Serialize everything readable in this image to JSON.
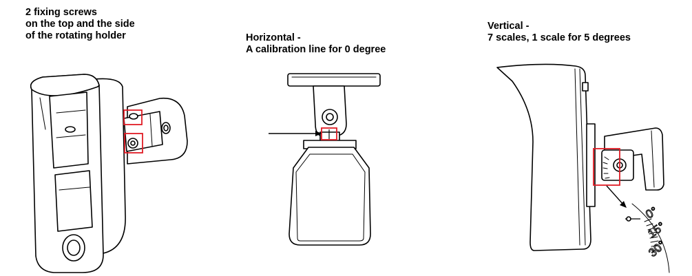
{
  "captions": {
    "left": [
      "2 fixing screws",
      "on the top and the side",
      "of the rotating holder"
    ],
    "middle": [
      "Horizontal -",
      "A calibration line for 0 degree"
    ],
    "right": [
      "Vertical -",
      "7 scales, 1 scale for 5 degrees"
    ]
  },
  "scale_labels": [
    "0°",
    "15°",
    "30°"
  ],
  "colors": {
    "highlight": "#e01b24",
    "line": "#000000"
  }
}
